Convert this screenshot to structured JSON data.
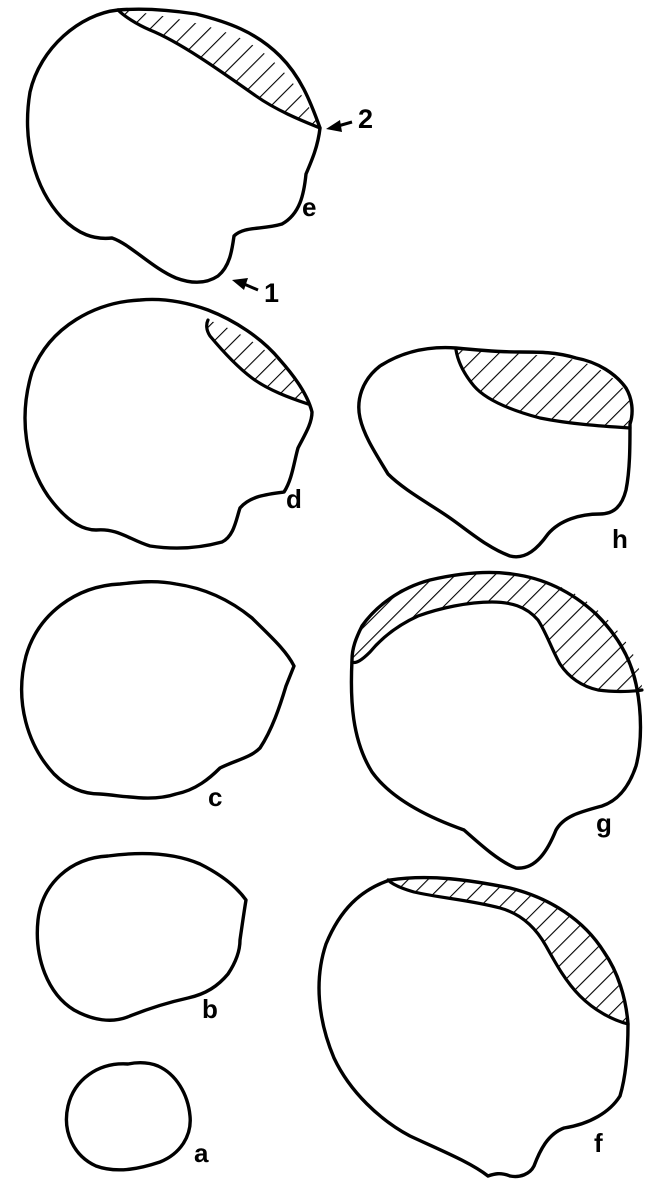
{
  "stages": [
    {
      "id": "a",
      "label": "a",
      "hatched": false
    },
    {
      "id": "b",
      "label": "b",
      "hatched": false
    },
    {
      "id": "c",
      "label": "c",
      "hatched": false
    },
    {
      "id": "d",
      "label": "d",
      "hatched": true
    },
    {
      "id": "e",
      "label": "e",
      "hatched": true
    },
    {
      "id": "f",
      "label": "f",
      "hatched": true
    },
    {
      "id": "g",
      "label": "g",
      "hatched": true
    },
    {
      "id": "h",
      "label": "h",
      "hatched": true
    }
  ],
  "markers": [
    {
      "id": "1",
      "label": "1"
    },
    {
      "id": "2",
      "label": "2"
    }
  ],
  "colors": {
    "ink": "#000000",
    "paper": "#ffffff"
  }
}
